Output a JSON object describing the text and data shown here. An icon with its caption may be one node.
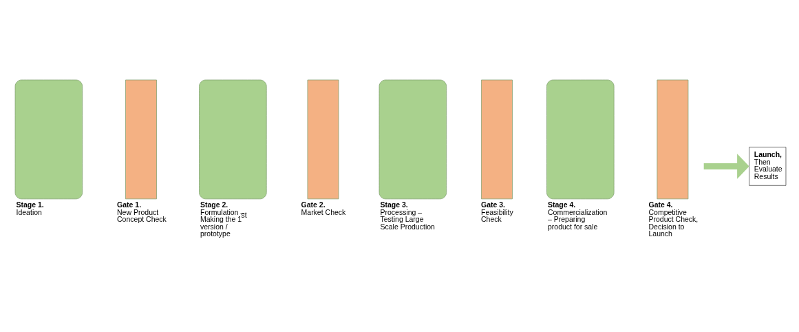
{
  "diagram": {
    "nodes": [
      {
        "text": [
          "Stage 1.",
          "Ideation"
        ]
      },
      {
        "text": [
          "Gate 1.",
          "New Product Concept Check"
        ]
      },
      {
        "text": [
          "Stage 2.",
          "Formulation – Making the 1$^{st}$ version / prototype"
        ]
      },
      {
        "text": [
          "Gate 2.",
          "Market Check"
        ]
      },
      {
        "text": [
          "Stage 3.",
          "Processing – Testing Large Scale Production"
        ]
      },
      {
        "text": [
          "Gate 3.",
          "Feasibility Check"
        ]
      },
      {
        "text": [
          "Stage 4.",
          "Commercialization – Preparing product for sale"
        ]
      },
      {
        "text": [
          "Gate 4.",
          "Competitive Product Check, Decision to Launch"
        ]
      },
      {
        "text": [
          "Launch,",
          "Then Evaluate Results"
        ]
      }
    ],
    "edges": [
      {
        "from": 7,
        "to": 8,
        "arrow": "to"
      }
    ]
  }
}
